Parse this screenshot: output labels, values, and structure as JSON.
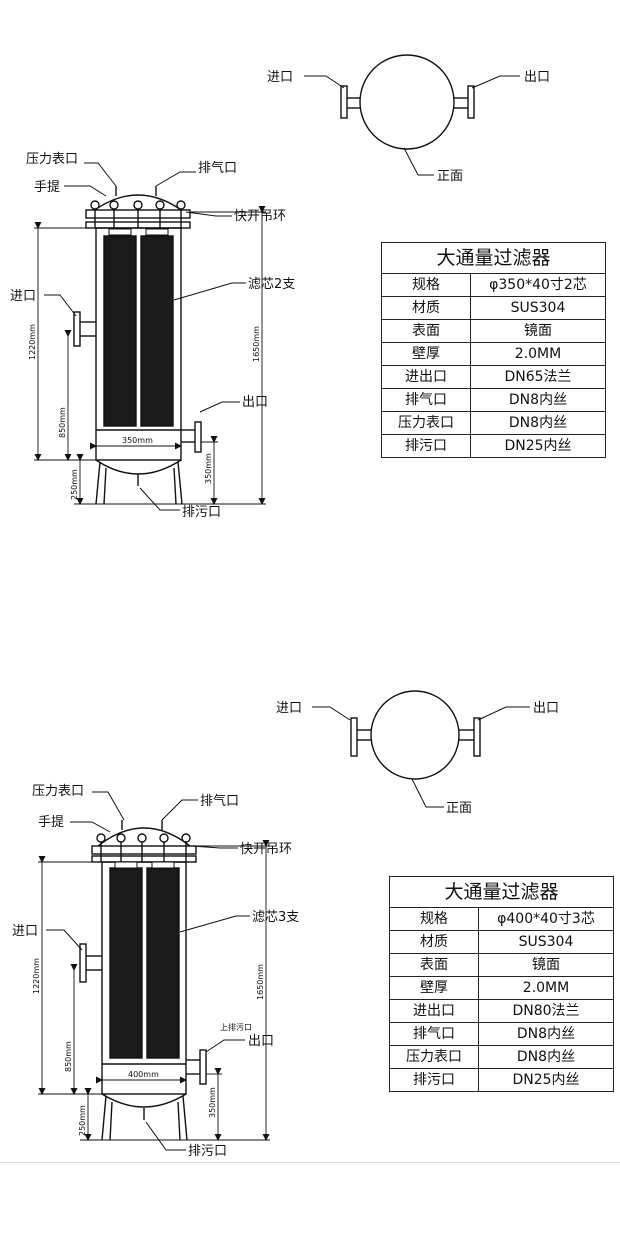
{
  "diagrams": [
    {
      "front_view": {
        "inlet": "进口",
        "outlet": "出口",
        "front": "正面"
      },
      "side_view": {
        "pressure_gauge_port": "压力表口",
        "vent_port": "排气口",
        "handle": "手提",
        "quick_open_ring": "快开吊环",
        "filter_cartridges": "滤芯2支",
        "inlet": "进口",
        "outlet": "出口",
        "drain_port": "排污口",
        "dim_total_height": "1650mm",
        "dim_body_height": "1220mm",
        "dim_inlet_height": "850mm",
        "dim_leg_height": "250mm",
        "dim_outlet_height": "350mm",
        "dim_diameter": "350mm"
      },
      "table": {
        "title": "大通量过滤器",
        "rows": [
          {
            "key": "规格",
            "value": "φ350*40寸2芯"
          },
          {
            "key": "材质",
            "value": "SUS304"
          },
          {
            "key": "表面",
            "value": "镜面"
          },
          {
            "key": "壁厚",
            "value": "2.0MM"
          },
          {
            "key": "进出口",
            "value": "DN65法兰"
          },
          {
            "key": "排气口",
            "value": "DN8内丝"
          },
          {
            "key": "压力表口",
            "value": "DN8内丝"
          },
          {
            "key": "排污口",
            "value": "DN25内丝"
          }
        ]
      }
    },
    {
      "front_view": {
        "inlet": "进口",
        "outlet": "出口",
        "front": "正面"
      },
      "side_view": {
        "pressure_gauge_port": "压力表口",
        "vent_port": "排气口",
        "handle": "手提",
        "quick_open_ring": "快开吊环",
        "filter_cartridges": "滤芯3支",
        "inlet": "进口",
        "outlet": "出口",
        "upper_drain": "上排污口",
        "drain_port": "排污口",
        "dim_total_height": "1650mm",
        "dim_body_height": "1220mm",
        "dim_inlet_height": "850mm",
        "dim_leg_height": "250mm",
        "dim_outlet_height": "350mm",
        "dim_diameter": "400mm"
      },
      "table": {
        "title": "大通量过滤器",
        "rows": [
          {
            "key": "规格",
            "value": "φ400*40寸3芯"
          },
          {
            "key": "材质",
            "value": "SUS304"
          },
          {
            "key": "表面",
            "value": "镜面"
          },
          {
            "key": "壁厚",
            "value": "2.0MM"
          },
          {
            "key": "进出口",
            "value": "DN80法兰"
          },
          {
            "key": "排气口",
            "value": "DN8内丝"
          },
          {
            "key": "压力表口",
            "value": "DN8内丝"
          },
          {
            "key": "排污口",
            "value": "DN25内丝"
          }
        ]
      }
    }
  ]
}
